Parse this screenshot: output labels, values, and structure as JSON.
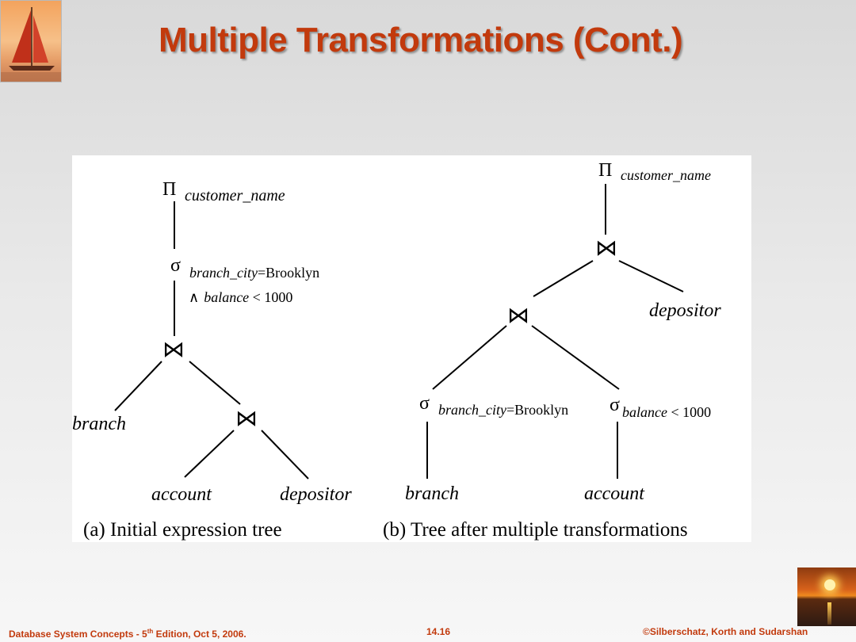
{
  "slide": {
    "title": "Multiple Transformations (Cont.)"
  },
  "figure": {
    "tree_a": {
      "projection": "customer_name",
      "selection_line1_attr": "branch_city",
      "selection_line1_rest": "=Brooklyn",
      "selection_line2_attr": "balance",
      "selection_line2_rest": " < 1000",
      "left_leaf": "branch",
      "right_leaf_1": "account",
      "right_leaf_2": "depositor",
      "caption": "(a) Initial expression tree"
    },
    "tree_b": {
      "projection": "customer_name",
      "depositor_leaf": "depositor",
      "selection_left_attr": "branch_city",
      "selection_left_rest": "=Brooklyn",
      "selection_right_attr": "balance",
      "selection_right_rest": " < 1000",
      "left_leaf": "branch",
      "right_leaf": "account",
      "caption": "(b) Tree after multiple transformations"
    },
    "symbols": {
      "pi": "Π",
      "sigma": "σ",
      "join": "⋈",
      "and": "∧"
    }
  },
  "footer": {
    "left_prefix": "Database System Concepts - 5",
    "left_sup": "th",
    "left_suffix": " Edition, Oct 5,  2006.",
    "center": "14.16",
    "right": "©Silberschatz, Korth  and Sudarshan"
  }
}
